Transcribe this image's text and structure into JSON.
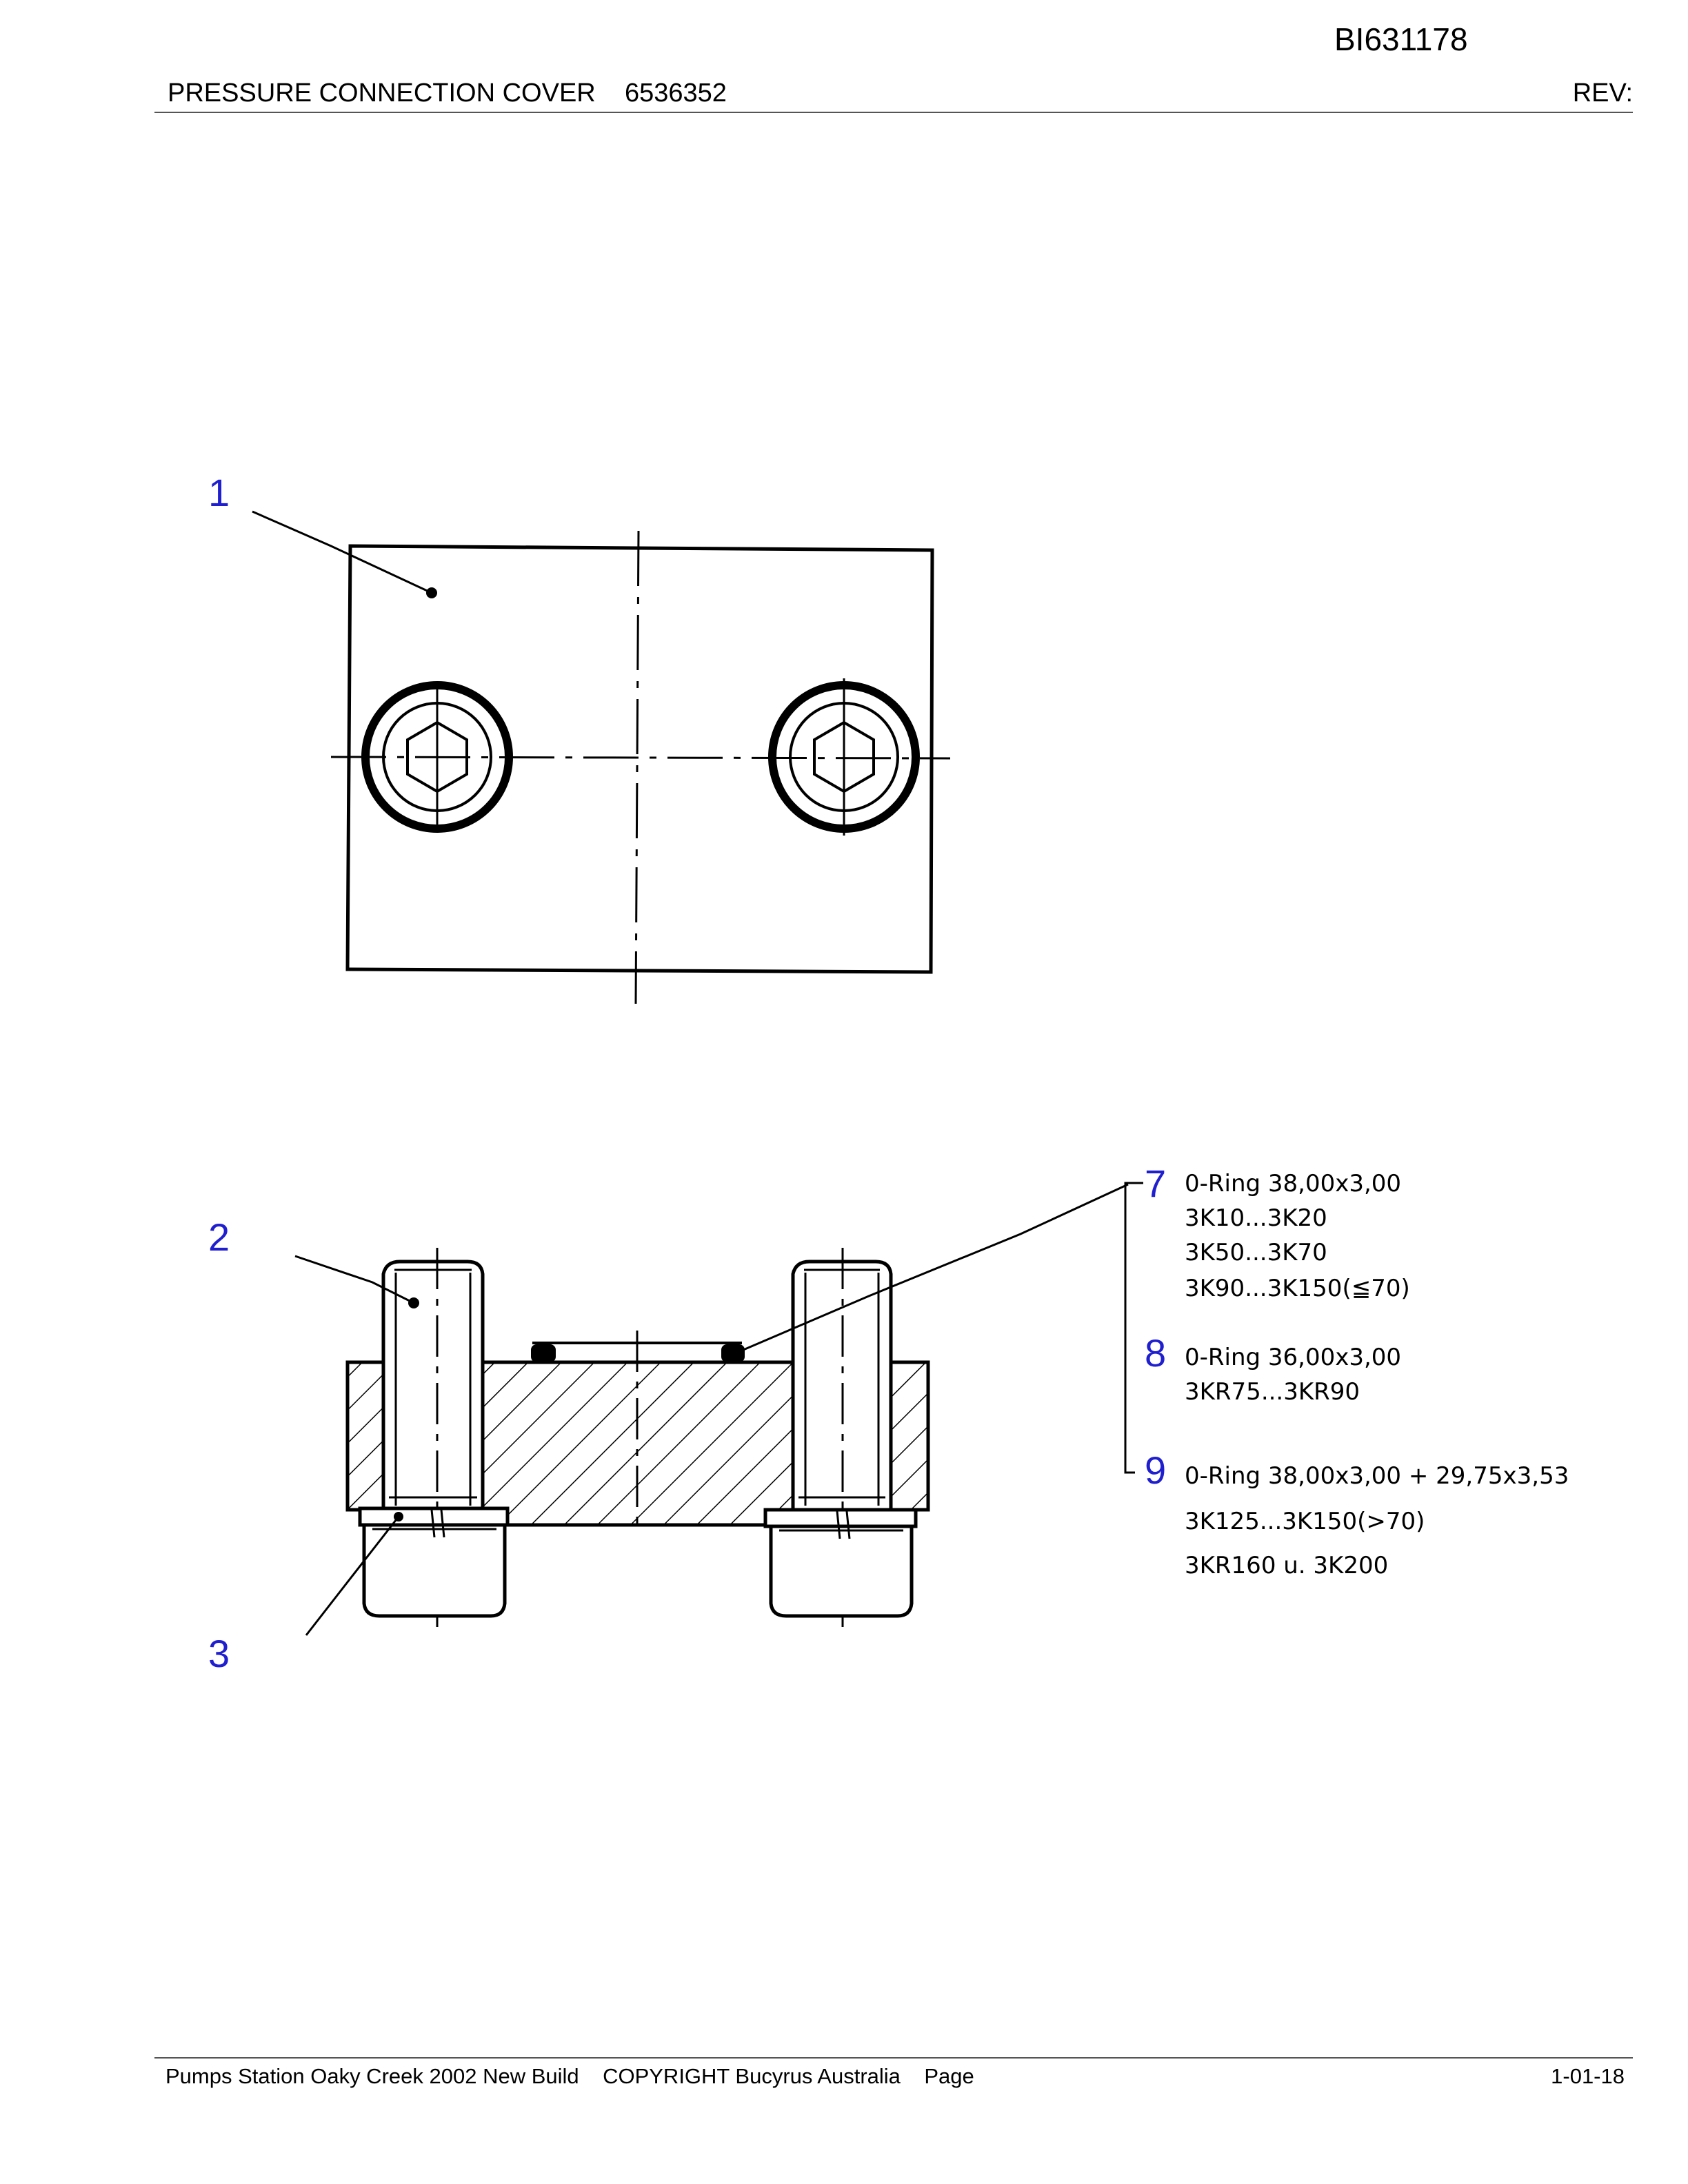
{
  "header": {
    "doc_id": "BI631178",
    "title": "PRESSURE CONNECTION COVER    6536352",
    "rev_label": "REV:"
  },
  "callouts": {
    "c1": "1",
    "c2": "2",
    "c3": "3",
    "c7": "7",
    "c8": "8",
    "c9": "9"
  },
  "specs": {
    "item7": [
      "0-Ring 38,00x3,00",
      "3K10...3K20",
      "3K50...3K70",
      "3K90...3K150(≦70)"
    ],
    "item8": [
      "0-Ring 36,00x3,00",
      "3KR75...3KR90"
    ],
    "item9": [
      "0-Ring 38,00x3,00 + 29,75x3,53",
      "3K125...3K150(>70)",
      "3KR160 u. 3K200"
    ]
  },
  "footer": {
    "text": "Pumps Station Oaky Creek 2002 New Build    COPYRIGHT Bucyrus Australia    Page",
    "page_number": "1-01-18"
  },
  "colors": {
    "callout": "#1f1fcf",
    "ink": "#000000"
  }
}
